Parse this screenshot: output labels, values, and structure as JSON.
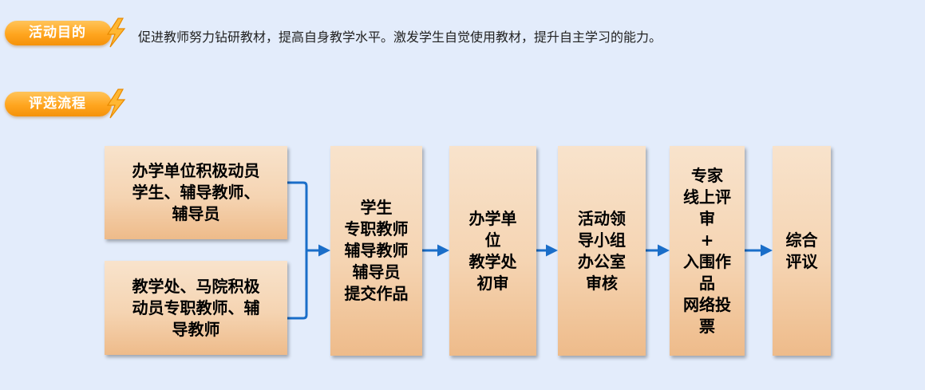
{
  "sections": {
    "purpose": {
      "label": "活动目的",
      "text": "促进教师努力钻研教材，提高自身教学水平。激发学生自觉使用教材，提升自主学习的能力。",
      "icon": "lightning-icon"
    },
    "process": {
      "label": "评选流程",
      "icon": "lightning-icon"
    }
  },
  "flow": {
    "sources": [
      "办学单位积极动员\n学生、辅导教师、\n辅导员",
      "教学处、马院积极\n动员专职教师、辅\n导教师"
    ],
    "steps": [
      "学生\n专职教师\n辅导教师\n辅导员\n提交作品",
      "办学单\n位\n教学处\n初审",
      "活动领\n导小组\n办公室\n审核",
      "专家\n线上评\n审\n+\n入围作\n品\n网络投\n票",
      "综合\n评议"
    ]
  },
  "colors": {
    "background": "#e3ecfb",
    "badge_orange": "#ffa51e",
    "box_fill": "#f5d4b2",
    "arrow_blue": "#1a6ec9"
  }
}
